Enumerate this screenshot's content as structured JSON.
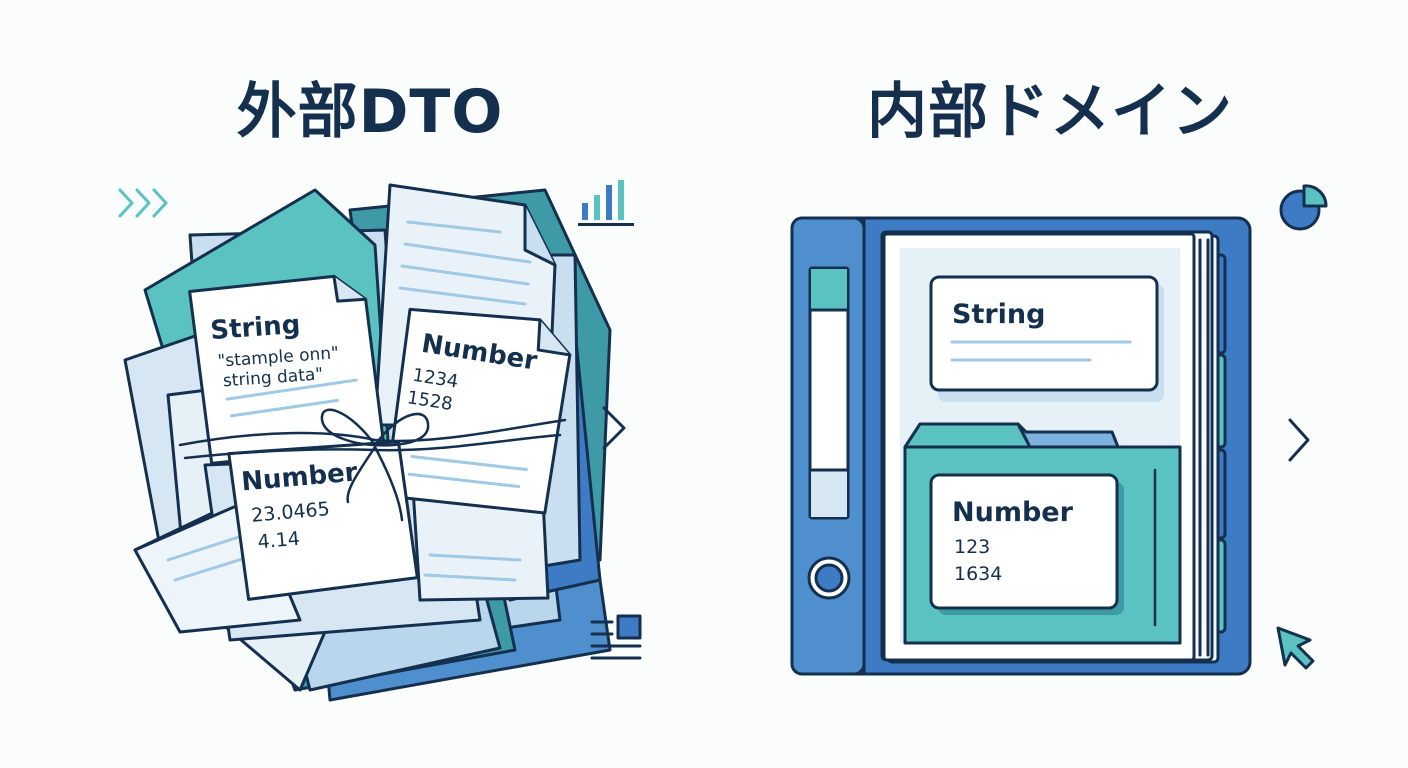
{
  "left_panel": {
    "title": "外部DTO",
    "string_card": {
      "type_label": "String",
      "value_line_1": "\"stample onn\"",
      "value_line_2": "string data\""
    },
    "number_card_right": {
      "type_label": "Number",
      "value_1": "1234",
      "value_2": "1528"
    },
    "number_card_bottom": {
      "type_label": "Number",
      "value_1": "23.0465",
      "value_2": "4.14"
    }
  },
  "right_panel": {
    "title": "内部ドメイン",
    "string_card": {
      "type_label": "String"
    },
    "number_card": {
      "type_label": "Number",
      "value_1": "123",
      "value_2": "1634"
    }
  },
  "colors": {
    "navy": "#14304e",
    "teal": "#5bc2c2",
    "blue": "#3d7cc4",
    "light_blue": "#d6e7f3",
    "pale_blue": "#e6f0f7",
    "accent_line": "#9fc9e4"
  },
  "icons": [
    "chevrons-right-icon",
    "bar-chart-icon",
    "chevron-right-icon",
    "document-lines-icon",
    "pie-chart-icon",
    "cursor-arrow-icon"
  ]
}
